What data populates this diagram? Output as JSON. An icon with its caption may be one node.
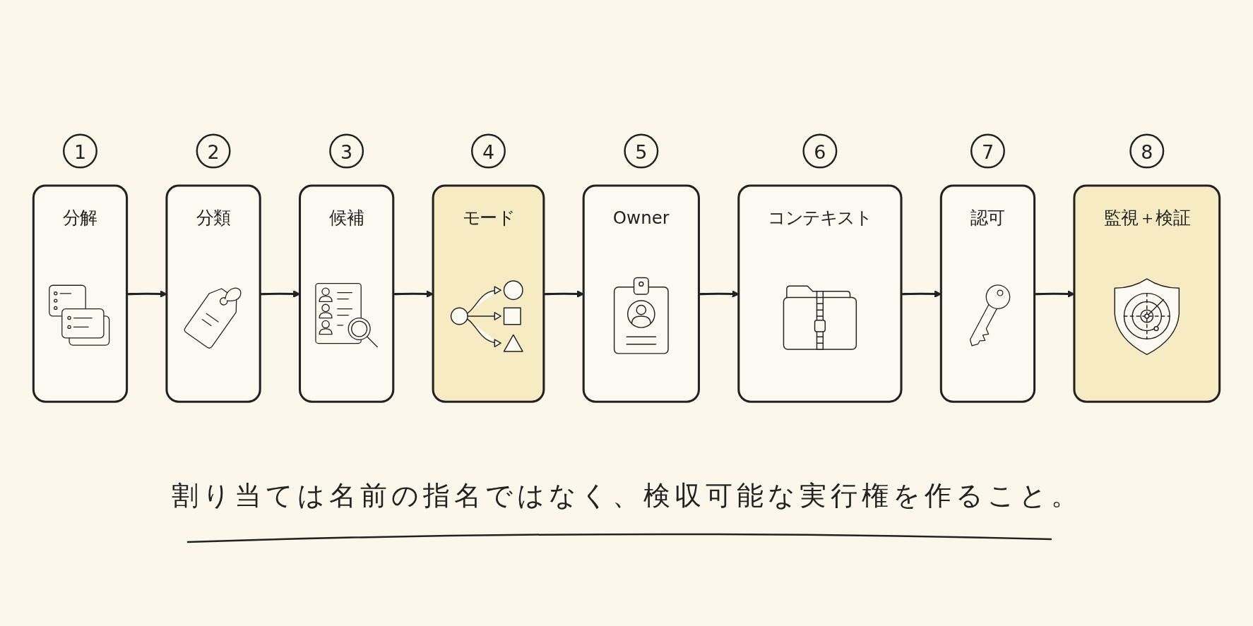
{
  "diagram": {
    "caption": "割り当ては名前の指名ではなく、検収可能な実行権を作ること。",
    "nodes": [
      {
        "text": [
          "分解"
        ],
        "beside": [
          "1"
        ]
      },
      {
        "text": [
          "分類"
        ],
        "beside": [
          "2"
        ]
      },
      {
        "text": [
          "候補"
        ],
        "beside": [
          "3"
        ]
      },
      {
        "text": [
          "モード"
        ],
        "beside": [
          "4"
        ]
      },
      {
        "text": [
          "Owner"
        ],
        "beside": [
          "5"
        ]
      },
      {
        "text": [
          "コンテキスト"
        ],
        "beside": [
          "6"
        ]
      },
      {
        "text": [
          "認可"
        ],
        "beside": [
          "7"
        ]
      },
      {
        "text": [
          "監視＋検証"
        ],
        "beside": [
          "8"
        ]
      }
    ],
    "edges": [
      {
        "from": 0,
        "to": 1,
        "arrow": "to"
      },
      {
        "from": 1,
        "to": 2,
        "arrow": "to"
      },
      {
        "from": 2,
        "to": 3,
        "arrow": "to"
      },
      {
        "from": 3,
        "to": 4,
        "arrow": "to"
      },
      {
        "from": 4,
        "to": 5,
        "arrow": "to"
      },
      {
        "from": 5,
        "to": 6,
        "arrow": "to"
      },
      {
        "from": 6,
        "to": 7,
        "arrow": "to"
      }
    ]
  }
}
